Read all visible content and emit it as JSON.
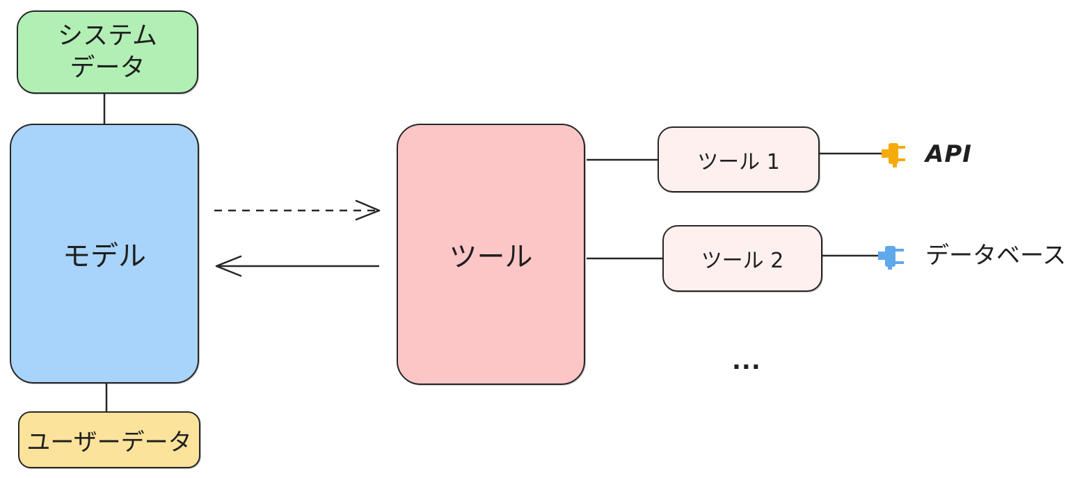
{
  "diagram": {
    "nodes": {
      "system_data": {
        "label": "システム\nデータ",
        "line1": "システム",
        "line2": "データ",
        "color": "#b2efb5"
      },
      "model": {
        "label": "モデル",
        "color": "#a8d4fb"
      },
      "user_data": {
        "label": "ユーザーデータ",
        "color": "#fbe39b"
      },
      "tool_hub": {
        "label": "ツール",
        "color": "#fcc6c7"
      },
      "tool_1": {
        "label": "ツール 1",
        "color": "#fdf0ef"
      },
      "tool_2": {
        "label": "ツール 2",
        "color": "#fdf0ef"
      }
    },
    "endpoints": {
      "api": {
        "label": "API",
        "plug_color": "#f5ab0a",
        "plug_icon": "plug-icon"
      },
      "database": {
        "label": "データベース",
        "plug_color": "#5fa8ec",
        "plug_icon": "plug-icon"
      }
    },
    "more_indicator": "..."
  }
}
